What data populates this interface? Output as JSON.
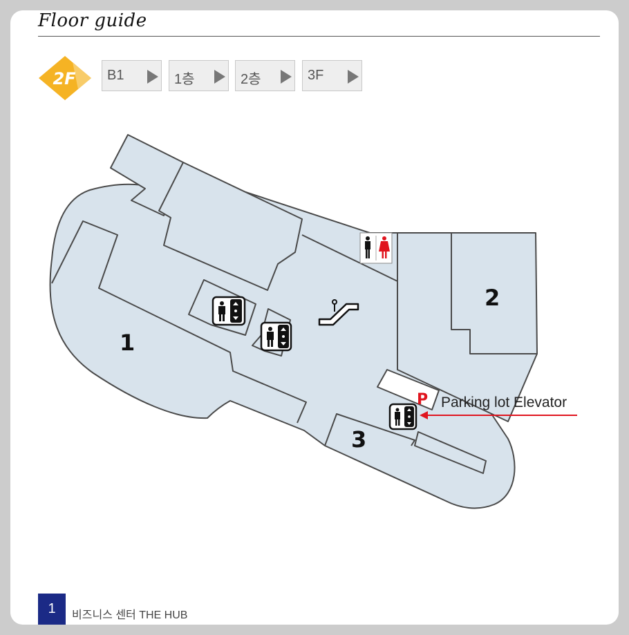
{
  "header": {
    "title": "Floor guide"
  },
  "current_floor": {
    "badge_label": "2F",
    "badge_color": "#f5b324"
  },
  "floor_tabs": [
    {
      "label": "B1"
    },
    {
      "label": "1층"
    },
    {
      "label": "2층"
    },
    {
      "label": "3F"
    }
  ],
  "map": {
    "zones": [
      {
        "label": "1"
      },
      {
        "label": "2"
      },
      {
        "label": "3"
      }
    ],
    "parking_marker": "P",
    "parking_callout": "Parking lot Elevator",
    "icons": [
      "restroom-icon",
      "elevator-icon",
      "escalator-icon"
    ],
    "fill_color": "#d8e3ec",
    "accent_color": "#e0141e"
  },
  "footer": {
    "index": "1",
    "name": "비즈니스 센터 THE HUB",
    "index_color": "#1b2a86"
  }
}
